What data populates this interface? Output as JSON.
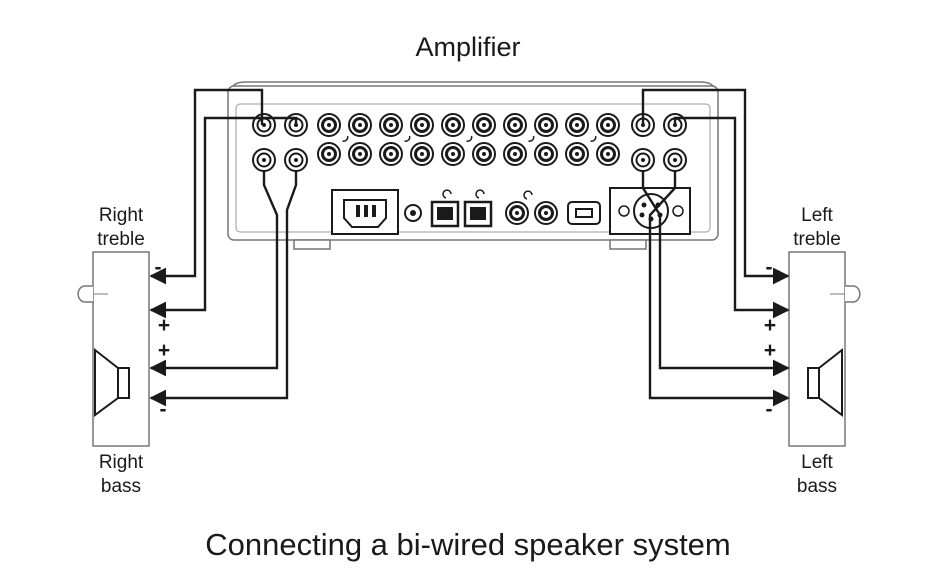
{
  "title": "Amplifier",
  "caption": "Connecting a bi-wired speaker system",
  "speakers": {
    "right_treble": [
      "Right",
      "treble"
    ],
    "right_bass": [
      "Right",
      "bass"
    ],
    "left_treble": [
      "Left",
      "treble"
    ],
    "left_bass": [
      "Left",
      "bass"
    ]
  },
  "polarity": {
    "right": [
      "-",
      "+",
      "+",
      "-"
    ],
    "left": [
      "-",
      "+",
      "+",
      "-"
    ]
  }
}
